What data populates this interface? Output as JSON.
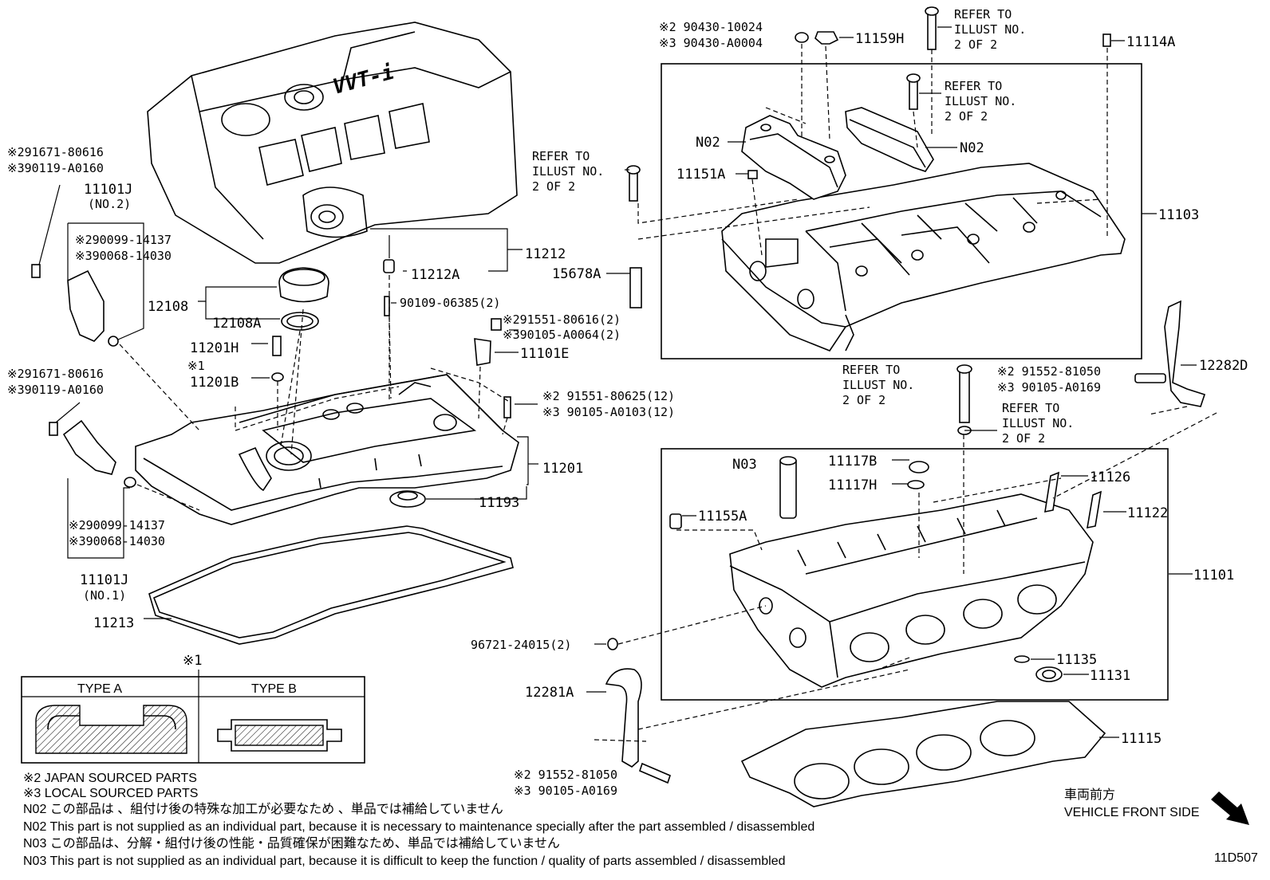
{
  "diagram_code": "11D507",
  "refer_to_illust": [
    "REFER TO",
    "ILLUST NO.",
    "2 OF 2"
  ],
  "labels": {
    "p_11212": "11212",
    "p_11212A": "11212A",
    "p_12108": "12108",
    "p_12108A": "12108A",
    "p_11201H": "11201H",
    "p_11201B": "11201B",
    "mark_1": "※1",
    "p_11201": "11201",
    "p_11193": "11193",
    "p_11213": "11213",
    "p_15678A": "15678A",
    "p_90109": "90109-06385(2)",
    "p_11101E": "11101E",
    "p_11101E_a": "※291551-80616(2)",
    "p_11101E_b": "※390105-A0064(2)",
    "p_11201_a": "※2 91551-80625(12)",
    "p_11201_b": "※3 90105-A0103(12)",
    "p_11101J_top_a": "※291671-80616",
    "p_11101J_top_b": "※390119-A0160",
    "p_11101J_top": "11101J",
    "p_11101J_top_no": "(NO.2)",
    "p_11101J_top_c": "※290099-14137",
    "p_11101J_top_d": "※390068-14030",
    "p_11101J_bot_a": "※291671-80616",
    "p_11101J_bot_b": "※390119-A0160",
    "p_11101J_bot_c": "※290099-14137",
    "p_11101J_bot_d": "※390068-14030",
    "p_11101J_bot": "11101J",
    "p_11101J_bot_no": "(NO.1)",
    "p_90430_a": "※2 90430-10024",
    "p_90430_b": "※3 90430-A0004",
    "p_11159H": "11159H",
    "p_11114A": "11114A",
    "p_N02_left": "N02",
    "p_N02_right": "N02",
    "p_11151A": "11151A",
    "p_11103": "11103",
    "p_12282D": "12282D",
    "p_12282D_a": "※2 91552-81050",
    "p_12282D_b": "※3 90105-A0169",
    "p_N03": "N03",
    "p_11117B": "11117B",
    "p_11117H": "11117H",
    "p_11126": "11126",
    "p_11122": "11122",
    "p_11155A": "11155A",
    "p_11101": "11101",
    "p_96721": "96721-24015(2)",
    "p_11135": "11135",
    "p_11131": "11131",
    "p_12281A": "12281A",
    "p_11115": "11115",
    "p_12281A_a": "※2 91552-81050",
    "p_12281A_b": "※3 90105-A0169",
    "vehicle_front_jp": "車両前方",
    "vehicle_front_en": "VEHICLE FRONT SIDE"
  },
  "type_box": {
    "mark": "※1",
    "type_a": "TYPE A",
    "type_b": "TYPE B"
  },
  "notes": [
    "※2 JAPAN SOURCED PARTS",
    "※3 LOCAL SOURCED PARTS",
    "N02  この部品は 、組付け後の特殊な加工が必要なため 、単品では補給していません",
    "N02  This part is not supplied as an individual part, because it is necessary to maintenance specially after the part assembled / disassembled",
    "N03  この部品は、分解・組付け後の性能・品質確保が困難なため、単品では補給していません",
    "N03  This part is not supplied as an individual part, because it is difficult to keep the function / quality of parts  assembled / disassembled"
  ],
  "engine_cover_logo": "VVT-i"
}
